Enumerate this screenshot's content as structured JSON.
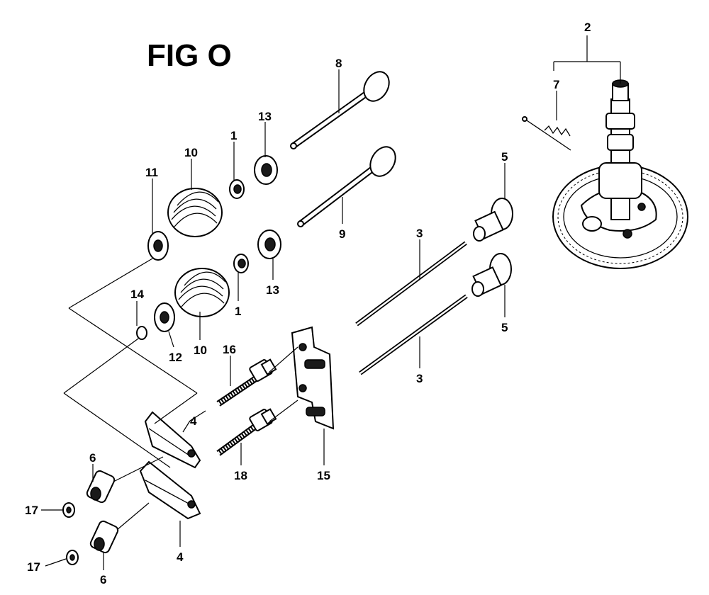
{
  "figure": {
    "title": "FIG O",
    "callouts": [
      {
        "id": "c-2",
        "text": "2"
      },
      {
        "id": "c-7",
        "text": "7"
      },
      {
        "id": "c-8",
        "text": "8"
      },
      {
        "id": "c-13a",
        "text": "13"
      },
      {
        "id": "c-1a",
        "text": "1"
      },
      {
        "id": "c-10a",
        "text": "10"
      },
      {
        "id": "c-11",
        "text": "11"
      },
      {
        "id": "c-9",
        "text": "9"
      },
      {
        "id": "c-5a",
        "text": "5"
      },
      {
        "id": "c-3a",
        "text": "3"
      },
      {
        "id": "c-13b",
        "text": "13"
      },
      {
        "id": "c-1b",
        "text": "1"
      },
      {
        "id": "c-14",
        "text": "14"
      },
      {
        "id": "c-12",
        "text": "12"
      },
      {
        "id": "c-10b",
        "text": "10"
      },
      {
        "id": "c-5b",
        "text": "5"
      },
      {
        "id": "c-16a",
        "text": "16"
      },
      {
        "id": "c-3b",
        "text": "3"
      },
      {
        "id": "c-4a",
        "text": "4"
      },
      {
        "id": "c-6a",
        "text": "6"
      },
      {
        "id": "c-18",
        "text": "18"
      },
      {
        "id": "c-15",
        "text": "15"
      },
      {
        "id": "c-17a",
        "text": "17"
      },
      {
        "id": "c-4b",
        "text": "4"
      },
      {
        "id": "c-17b",
        "text": "17"
      },
      {
        "id": "c-6b",
        "text": "6"
      }
    ]
  }
}
